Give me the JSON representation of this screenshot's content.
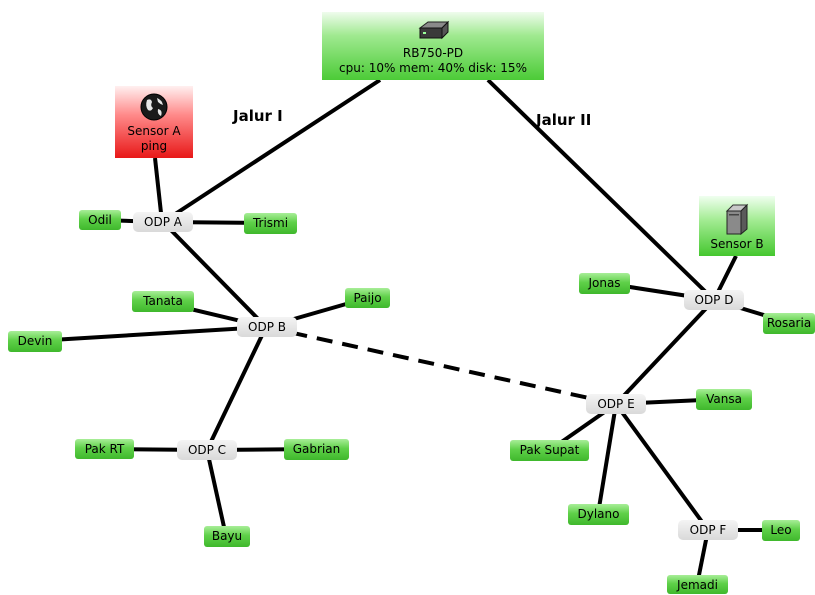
{
  "router": {
    "name": "RB750-PD",
    "stats": "cpu: 10% mem: 40% disk: 15%",
    "icon": "router-icon"
  },
  "sensor_a": {
    "name": "Sensor A",
    "status": "ping",
    "icon": "globe-icon",
    "color": "#e81818"
  },
  "sensor_b": {
    "name": "Sensor B",
    "icon": "server-icon",
    "color": "#45c72f"
  },
  "paths": {
    "path_1": "Jalur I",
    "path_2": "Jalur II"
  },
  "odp": {
    "a": "ODP A",
    "b": "ODP B",
    "c": "ODP C",
    "d": "ODP D",
    "e": "ODP E",
    "f": "ODP F"
  },
  "clients": {
    "odil": "Odil",
    "trismi": "Trismi",
    "tanata": "Tanata",
    "paijo": "Paijo",
    "devin": "Devin",
    "pak_rt": "Pak RT",
    "gabrian": "Gabrian",
    "bayu": "Bayu",
    "jonas": "Jonas",
    "rosaria": "Rosaria",
    "vansa": "Vansa",
    "pak_supat": "Pak Supat",
    "dylano": "Dylano",
    "leo": "Leo",
    "jemadi": "Jemadi"
  },
  "colors": {
    "up": "#4ccb37",
    "down": "#e81818",
    "odp": "#d9d9d9",
    "link": "#000000"
  }
}
